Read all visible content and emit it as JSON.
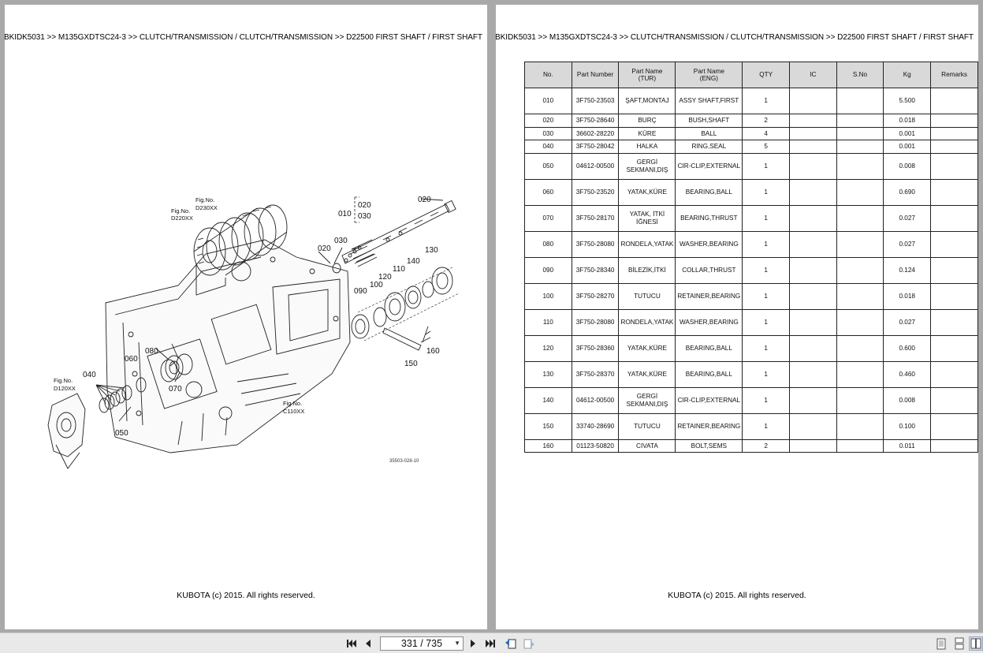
{
  "breadcrumb": "BKIDK5031 >> M135GXDTSC24-3 >> CLUTCH/TRANSMISSION / CLUTCH/TRANSMISSION >> D22500   FIRST SHAFT / FIRST SHAFT",
  "copyright": "KUBOTA (c) 2015. All rights reserved.",
  "diagram": {
    "callouts": [
      "010",
      "020",
      "030",
      "040",
      "050",
      "060",
      "070",
      "080",
      "090",
      "100",
      "110",
      "120",
      "130",
      "140",
      "150",
      "160"
    ],
    "fig_refs": [
      {
        "title": "Fig.No.",
        "code": "D230XX"
      },
      {
        "title": "Fig.No.",
        "code": "D220XX"
      },
      {
        "title": "Fig.No.",
        "code": "D120XX"
      },
      {
        "title": "Fig.No.",
        "code": "C110XX"
      }
    ],
    "image_code": "35503-028-10"
  },
  "table": {
    "headers": [
      "No.",
      "Part Number",
      "Part Name\n(TUR)",
      "Part Name\n(ENG)",
      "QTY",
      "IC",
      "S.No",
      "Kg",
      "Remarks"
    ],
    "rows": [
      {
        "no": "010",
        "part_number": "3F750-23503",
        "name_tur": "ŞAFT,MONTAJ",
        "name_eng": "ASSY SHAFT,FIRST",
        "qty": "1",
        "ic": "",
        "sno": "",
        "kg": "5.500",
        "remarks": ""
      },
      {
        "no": "020",
        "part_number": "3F750-28640",
        "name_tur": "BURÇ",
        "name_eng": "BUSH,SHAFT",
        "qty": "2",
        "ic": "",
        "sno": "",
        "kg": "0.018",
        "remarks": ""
      },
      {
        "no": "030",
        "part_number": "36602-28220",
        "name_tur": "KÜRE",
        "name_eng": "BALL",
        "qty": "4",
        "ic": "",
        "sno": "",
        "kg": "0.001",
        "remarks": ""
      },
      {
        "no": "040",
        "part_number": "3F750-28042",
        "name_tur": "HALKA",
        "name_eng": "RING,SEAL",
        "qty": "5",
        "ic": "",
        "sno": "",
        "kg": "0.001",
        "remarks": ""
      },
      {
        "no": "050",
        "part_number": "04612-00500",
        "name_tur": "GERGİ SEKMANI,DIŞ",
        "name_eng": "CIR-CLIP,EXTERNAL",
        "qty": "1",
        "ic": "",
        "sno": "",
        "kg": "0.008",
        "remarks": ""
      },
      {
        "no": "060",
        "part_number": "3F750-23520",
        "name_tur": "YATAK,KÜRE",
        "name_eng": "BEARING,BALL",
        "qty": "1",
        "ic": "",
        "sno": "",
        "kg": "0.690",
        "remarks": ""
      },
      {
        "no": "070",
        "part_number": "3F750-28170",
        "name_tur": "YATAK, İTKİ İĞNESİ",
        "name_eng": "BEARING,THRUST",
        "qty": "1",
        "ic": "",
        "sno": "",
        "kg": "0.027",
        "remarks": ""
      },
      {
        "no": "080",
        "part_number": "3F750-28080",
        "name_tur": "RONDELA,YATAK",
        "name_eng": "WASHER,BEARING",
        "qty": "1",
        "ic": "",
        "sno": "",
        "kg": "0.027",
        "remarks": ""
      },
      {
        "no": "090",
        "part_number": "3F750-28340",
        "name_tur": "BİLEZİK,İTKİ",
        "name_eng": "COLLAR,THRUST",
        "qty": "1",
        "ic": "",
        "sno": "",
        "kg": "0.124",
        "remarks": ""
      },
      {
        "no": "100",
        "part_number": "3F750-28270",
        "name_tur": "TUTUCU",
        "name_eng": "RETAINER,BEARING",
        "qty": "1",
        "ic": "",
        "sno": "",
        "kg": "0.018",
        "remarks": ""
      },
      {
        "no": "110",
        "part_number": "3F750-28080",
        "name_tur": "RONDELA,YATAK",
        "name_eng": "WASHER,BEARING",
        "qty": "1",
        "ic": "",
        "sno": "",
        "kg": "0.027",
        "remarks": ""
      },
      {
        "no": "120",
        "part_number": "3F750-28360",
        "name_tur": "YATAK,KÜRE",
        "name_eng": "BEARING,BALL",
        "qty": "1",
        "ic": "",
        "sno": "",
        "kg": "0.600",
        "remarks": ""
      },
      {
        "no": "130",
        "part_number": "3F750-28370",
        "name_tur": "YATAK,KÜRE",
        "name_eng": "BEARING,BALL",
        "qty": "1",
        "ic": "",
        "sno": "",
        "kg": "0.460",
        "remarks": ""
      },
      {
        "no": "140",
        "part_number": "04612-00500",
        "name_tur": "GERGİ SEKMANI,DIŞ",
        "name_eng": "CIR-CLIP,EXTERNAL",
        "qty": "1",
        "ic": "",
        "sno": "",
        "kg": "0.008",
        "remarks": ""
      },
      {
        "no": "150",
        "part_number": "33740-28690",
        "name_tur": "TUTUCU",
        "name_eng": "RETAINER,BEARING",
        "qty": "1",
        "ic": "",
        "sno": "",
        "kg": "0.100",
        "remarks": ""
      },
      {
        "no": "160",
        "part_number": "01123-50820",
        "name_tur": "CIVATA",
        "name_eng": "BOLT,SEMS",
        "qty": "2",
        "ic": "",
        "sno": "",
        "kg": "0.011",
        "remarks": ""
      }
    ]
  },
  "toolbar": {
    "page_indicator": "331 / 735",
    "icons": [
      "first-page-icon",
      "prev-page-icon",
      "next-page-icon",
      "last-page-icon",
      "go-back-icon",
      "go-forward-icon",
      "single-page-view-icon",
      "continuous-view-icon",
      "two-page-view-icon"
    ]
  }
}
